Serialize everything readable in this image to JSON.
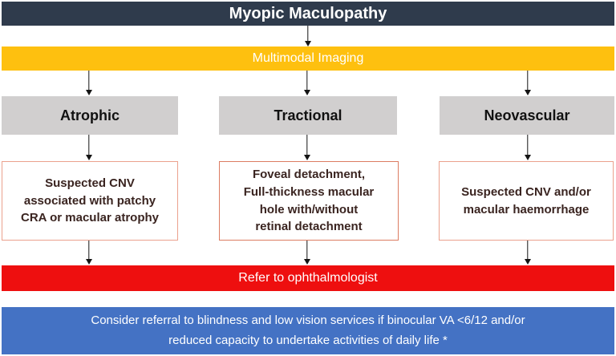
{
  "palette": {
    "header_bg": "#2f3b4c",
    "imaging_bg": "#fec00f",
    "category_bg": "#d1cfcf",
    "category_text": "#111111",
    "finding_border": "#eba18d",
    "finding_border_mid": "#dc7c62",
    "finding_text": "#3a2420",
    "refer_bg": "#ee0f0f",
    "footer_bg": "#4472c4",
    "arrow_color": "#141414"
  },
  "header": {
    "title": "Myopic Maculopathy"
  },
  "imaging_bar": {
    "label": "Multimodal Imaging"
  },
  "columns": [
    {
      "category": "Atrophic",
      "finding": "Suspected CNV\nassociated with patchy\nCRA or macular atrophy"
    },
    {
      "category": "Tractional",
      "finding": "Foveal detachment,\nFull-thickness macular\nhole with/without\nretinal detachment"
    },
    {
      "category": "Neovascular",
      "finding": "Suspected CNV and/or\nmacular haemorrhage"
    }
  ],
  "referral_bar": {
    "label": "Refer to ophthalmologist"
  },
  "footer_bar": {
    "label": "Consider referral to blindness and low vision services if binocular VA <6/12 and/or\nreduced capacity to undertake activities of daily life *"
  }
}
